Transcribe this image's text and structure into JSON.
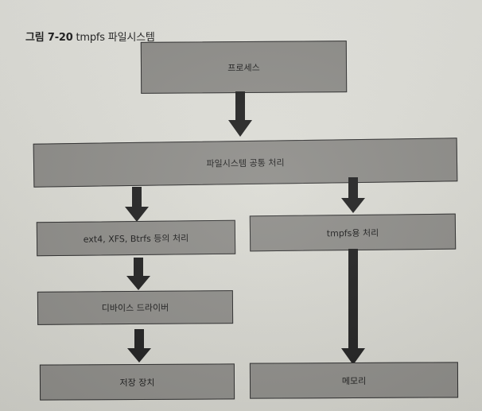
{
  "figure": {
    "number": "그림 7-20",
    "title": "tmpfs 파일시스템"
  },
  "nodes": {
    "process": "프로세스",
    "common_fs": "파일시스템 공통 처리",
    "ext4_proc": "ext4, XFS, Btrfs 등의 처리",
    "tmpfs_proc": "tmpfs용 처리",
    "device_driver": "디바이스 드라이버",
    "storage": "저장 장치",
    "memory": "메모리"
  },
  "colors": {
    "box_fill": "#8c8b87",
    "border": "#2d2d2d",
    "arrow": "#1f1f1f"
  }
}
